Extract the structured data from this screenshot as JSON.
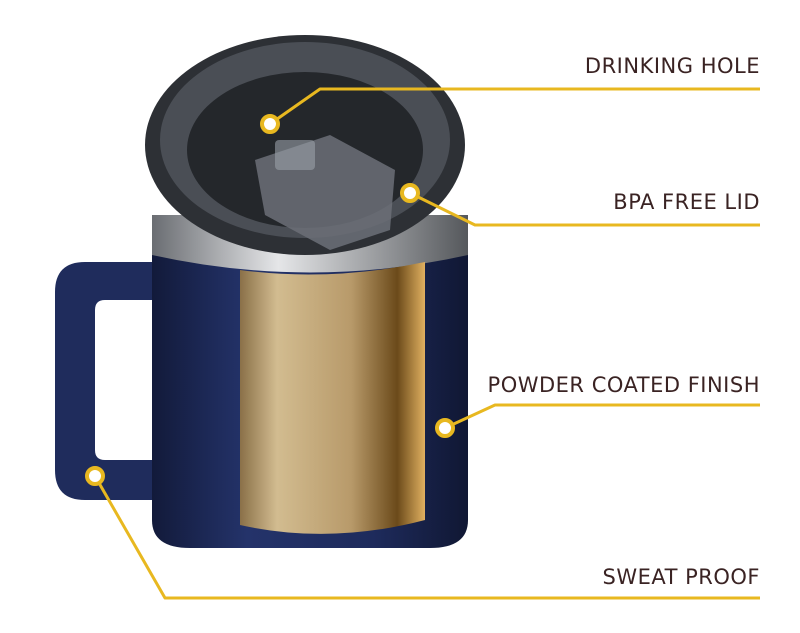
{
  "callouts": [
    {
      "label": "DRINKING HOLE"
    },
    {
      "label": "BPA FREE LID"
    },
    {
      "label": "POWDER COATED FINISH"
    },
    {
      "label": "SWEAT PROOF"
    }
  ],
  "colors": {
    "callout_line": "#e8b820",
    "label_text": "#3a2323",
    "mug_body": "#1e2a55",
    "gold_finish": "#b89a6a",
    "lid": "#3a3d42"
  }
}
